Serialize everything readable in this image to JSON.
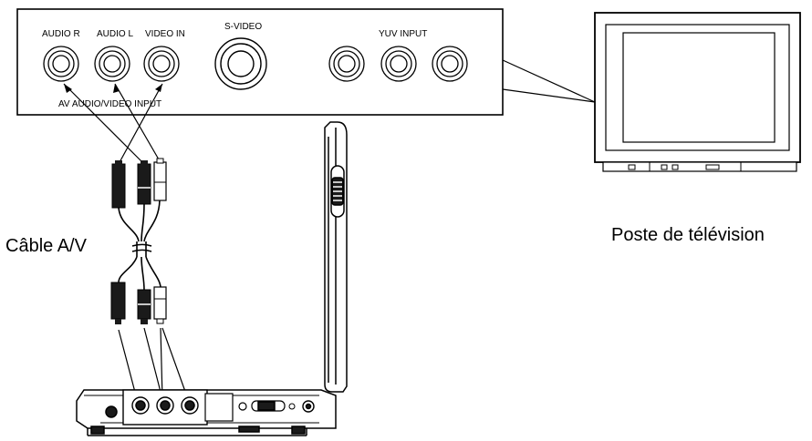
{
  "panel": {
    "labels": {
      "audio_r": "AUDIO R",
      "audio_l": "AUDIO L",
      "video_in": "VIDEO IN",
      "s_video": "S-VIDEO",
      "yuv_input": "YUV INPUT",
      "av_input": "AV AUDIO/VIDEO INPUT"
    }
  },
  "captions": {
    "cable": "Câble A/V",
    "tv": "Poste de télévision"
  },
  "colors": {
    "line": "#000000",
    "plug_dark": "#1a1a1a",
    "plug_light": "#ffffff",
    "tv_screen": "#ffffff"
  }
}
